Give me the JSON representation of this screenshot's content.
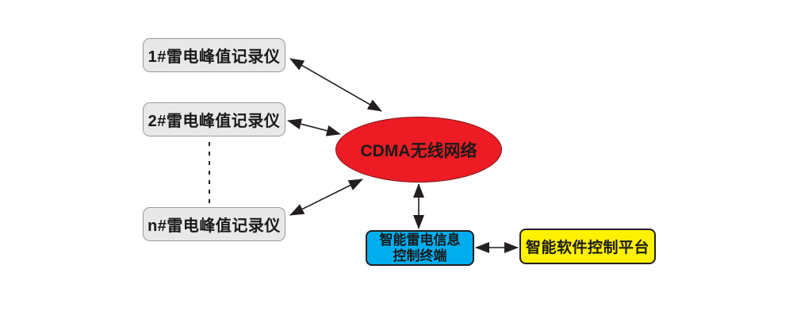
{
  "diagram": {
    "colors": {
      "background": "#ffffff",
      "node_gray_fill": "#e8e8e8",
      "node_gray_border": "#9b9b9b",
      "network_fill": "#ed1c24",
      "network_border": "#7f1416",
      "terminal_fill": "#00aeef",
      "terminal_border": "#231f20",
      "platform_fill": "#fff200",
      "platform_border": "#231f20",
      "arrow": "#231f20",
      "text": "#1a1a1a"
    },
    "recorders": [
      {
        "label": "1#雷电峰值记录仪"
      },
      {
        "label": "2#雷电峰值记录仪"
      },
      {
        "label": "n#雷电峰值记录仪"
      }
    ],
    "network": {
      "label": "CDMA无线网络"
    },
    "terminal": {
      "label_line1": "智能雷电信息",
      "label_line2": "控制终端"
    },
    "platform": {
      "label": "智能软件控制平台"
    }
  }
}
